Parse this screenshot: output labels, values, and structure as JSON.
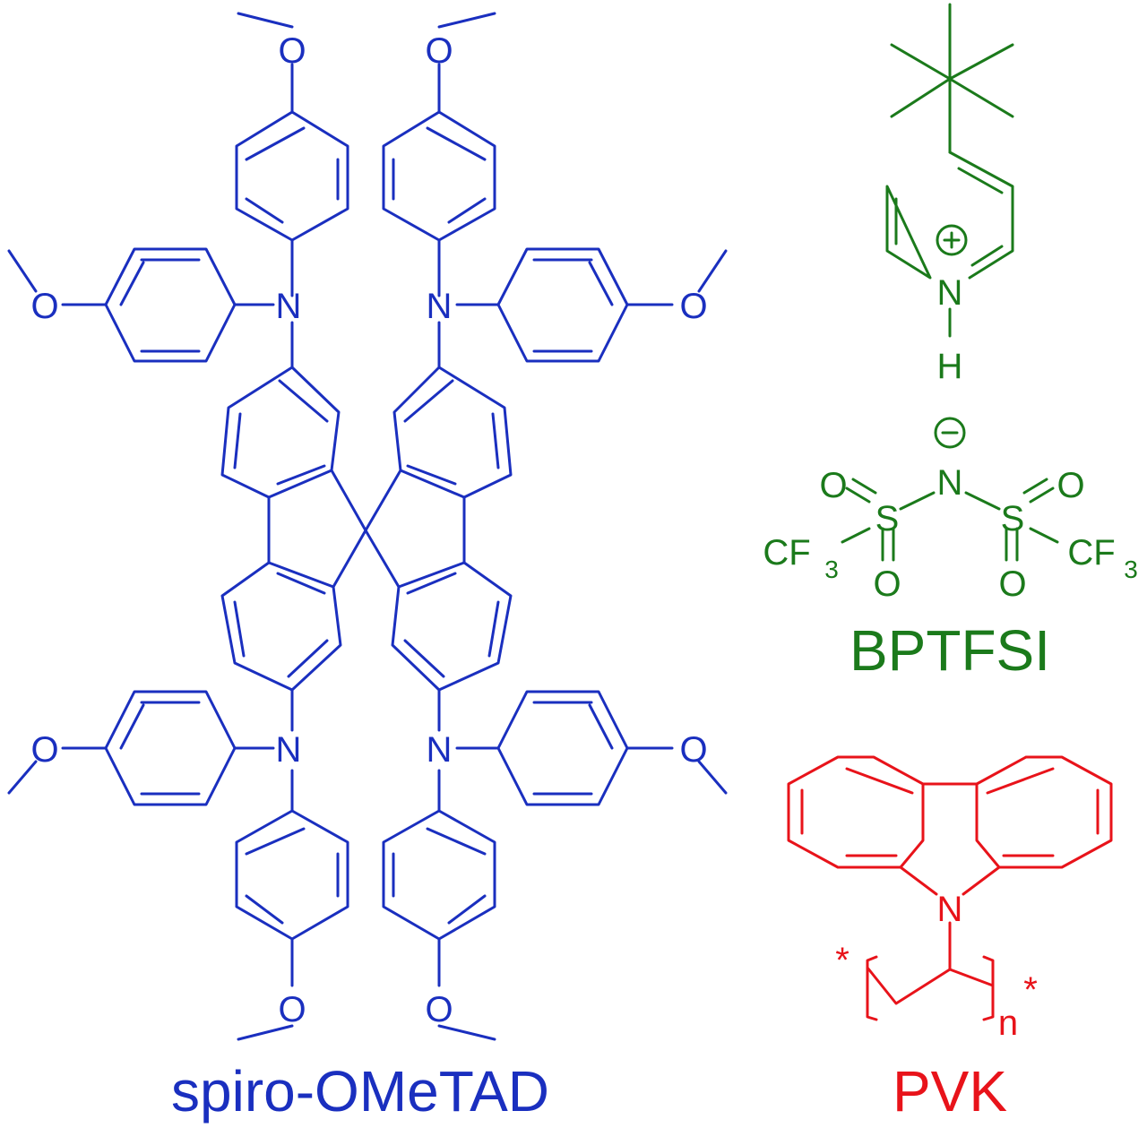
{
  "colors": {
    "spiro": "#1a2fbf",
    "salt": "#1b7a1b",
    "pvk": "#e8131a"
  },
  "molecules": {
    "spiro": {
      "name": "spiro-OMeTAD",
      "atom_N": "N",
      "atom_O": "O"
    },
    "cation": {
      "atom_N": "N",
      "atom_H": "H",
      "charge": "+"
    },
    "anion": {
      "atom_N": "N",
      "atom_S": "S",
      "atom_O": "O",
      "atom_CF": "CF",
      "sub_3": "3",
      "charge": "−"
    },
    "salt": {
      "name": "BPTFSI"
    },
    "pvk": {
      "name": "PVK",
      "atom_N": "N",
      "end_mark": "*",
      "repeat": "n"
    }
  }
}
